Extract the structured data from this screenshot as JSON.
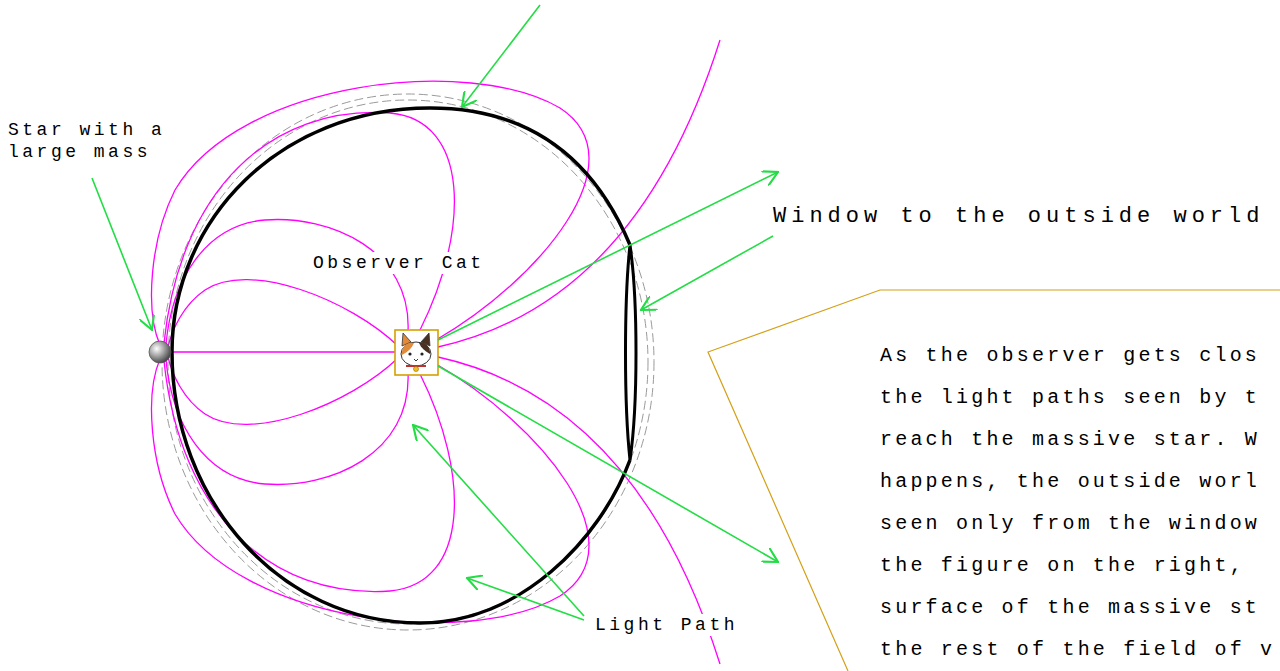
{
  "diagram": {
    "nodes": [
      {
        "text": [
          "As the observer gets clos the light paths seen by t reach the massive star. W happens, the outside worl seen only from the window the figure on the right, surface of the massive st the rest of the field of v"
        ]
      }
    ],
    "labels": [
      "Star with a large mass",
      "Observer Cat",
      "Window to the outside world",
      "Light Path"
    ]
  }
}
